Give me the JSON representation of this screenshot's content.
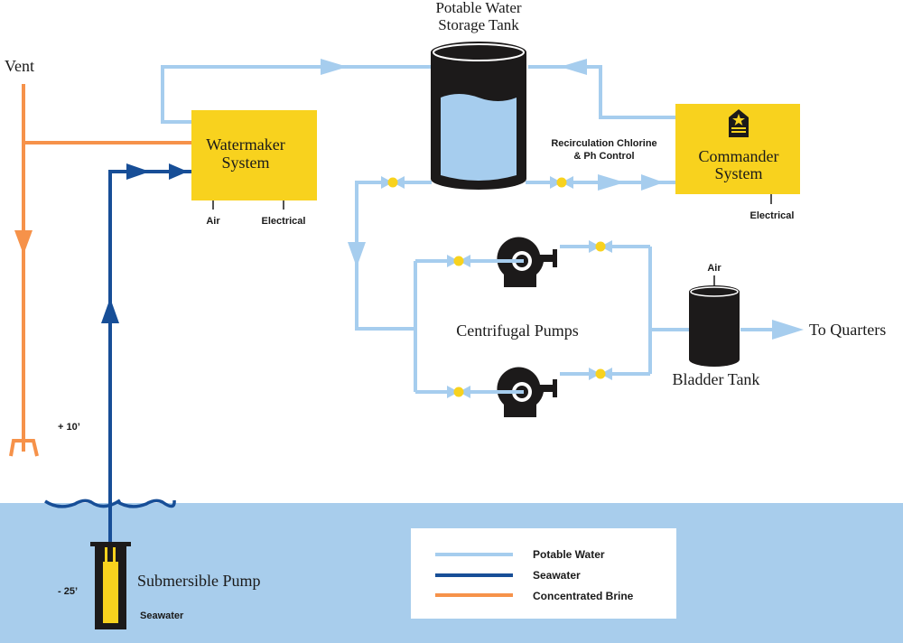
{
  "colors": {
    "potable_water": "#a6cdee",
    "seawater": "#174e97",
    "brine": "#f6924a",
    "sea_fill": "#a8cdec",
    "system_box": "#f8d21e",
    "valve_dot": "#f8d21e",
    "tank": "#1c1a1a"
  },
  "labels": {
    "vent": "Vent",
    "storage_tank_line1": "Potable Water",
    "storage_tank_line2": "Storage Tank",
    "watermaker_line1": "Watermaker",
    "watermaker_line2": "System",
    "watermaker_air": "Air",
    "watermaker_electrical": "Electrical",
    "commander_line1": "Commander",
    "commander_line2": "System",
    "commander_electrical": "Electrical",
    "recirc_line1": "Recirculation Chlorine",
    "recirc_line2": "& Ph Control",
    "centrifugal_pumps": "Centrifugal Pumps",
    "bladder_air": "Air",
    "bladder_tank": "Bladder Tank",
    "to_quarters": "To Quarters",
    "plus_elevation": "+ 10’",
    "minus_depth": "- 25’",
    "submersible_pump": "Submersible Pump",
    "seawater": "Seawater"
  },
  "legend": {
    "items": [
      {
        "label": "Potable Water",
        "color_key": "potable_water"
      },
      {
        "label": "Seawater",
        "color_key": "seawater"
      },
      {
        "label": "Concentrated Brine",
        "color_key": "brine"
      }
    ]
  },
  "icons": {
    "commander_logo": "rank-insignia-star-icon",
    "pump": "centrifugal-pump-icon",
    "valve": "gate-valve-icon"
  }
}
